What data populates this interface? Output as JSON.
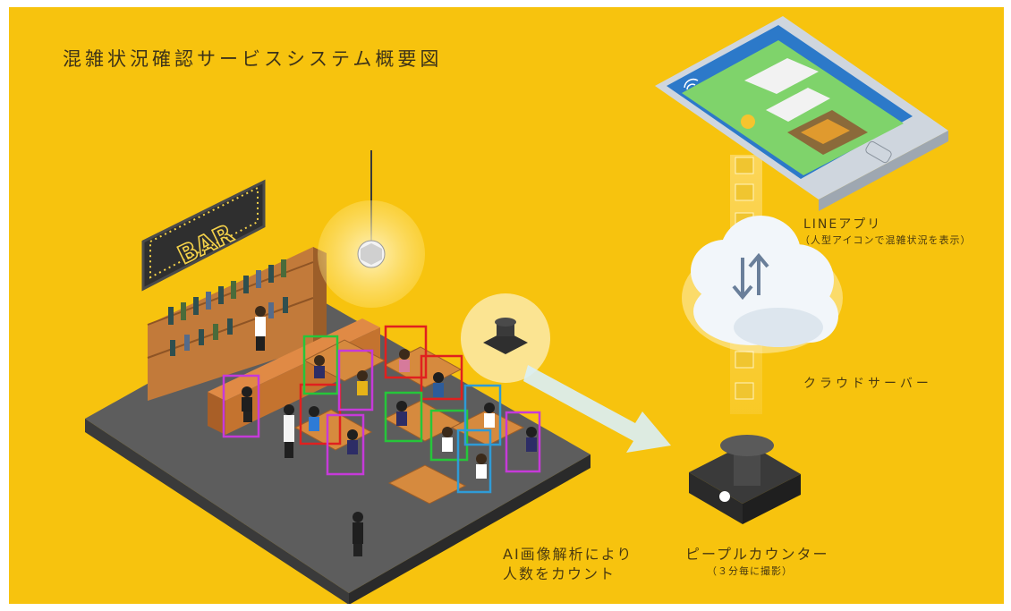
{
  "title": "混雑状況確認サービスシステム概要図",
  "bar_sign": "BAR",
  "labels": {
    "line_app": "LINEアプリ",
    "line_app_sub": "（人型アイコンで混雑状況を表示）",
    "cloud_server": "クラウドサーバー",
    "ai_analysis_line1": "AI画像解析により",
    "ai_analysis_line2": "人数をカウント",
    "people_counter": "ピープルカウンター",
    "people_counter_sub": "（３分毎に撮影）"
  },
  "colors": {
    "background": "#F7C30E",
    "box_red": "#E0201F",
    "box_green": "#26C63A",
    "box_purple": "#C63AD9",
    "box_blue": "#2F9BD6",
    "app_green": "#7FD36B"
  },
  "icons": [
    "wifi-icon",
    "signal-icon",
    "cloud-icon",
    "upload-download-arrows-icon",
    "image-icon",
    "camera-device-icon",
    "disco-ball-icon",
    "person-icon"
  ]
}
